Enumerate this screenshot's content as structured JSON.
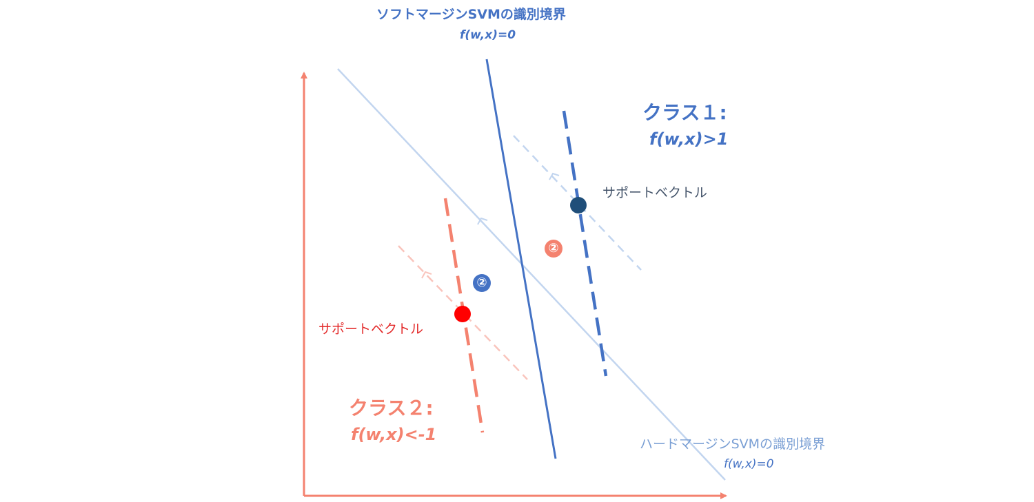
{
  "soft_boundary": {
    "title": "ソフトマージンSVMの識別境界",
    "equation": "f(w,x)=0"
  },
  "hard_boundary": {
    "title": "ハードマージンSVMの識別境界",
    "equation": "f(w,x)=0"
  },
  "class1": {
    "title": "クラス１:",
    "condition": "f(w,x)>1"
  },
  "class2": {
    "title": "クラス２:",
    "condition": "f(w,x)<-1"
  },
  "support_vector_class1": {
    "label": "サポートベクトル"
  },
  "support_vector_class2": {
    "label": "サポートベクトル"
  },
  "margin_marker_class2_side": "②",
  "margin_marker_class1_side": "②",
  "colors": {
    "axis": "#f4826f",
    "hard_boundary": "#c2d5ef",
    "soft_boundary": "#4472c4",
    "class1_margin": "#4472c4",
    "class2_margin": "#f4826f",
    "support_vector_class1": "#1f4e79",
    "support_vector_class2": "#ff0000"
  }
}
